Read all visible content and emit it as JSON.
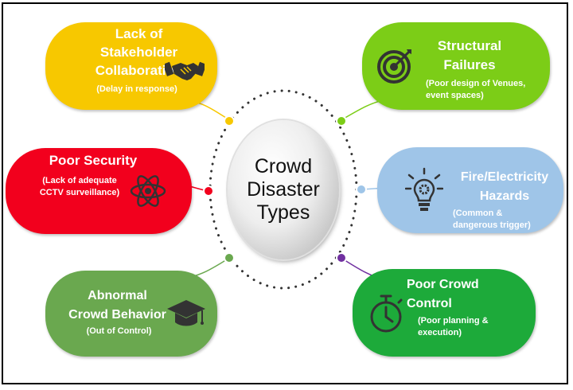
{
  "center": {
    "line1": "Crowd",
    "line2": "Disaster",
    "line3": "Types"
  },
  "items": [
    {
      "key": "stakeholder",
      "title_lines": [
        "Lack of",
        "Stakeholder",
        "Collaboration"
      ],
      "subtitle_lines": [
        "(Delay in response)"
      ],
      "color": "#f7c800",
      "dot_color": "#f7c800",
      "icon": "handshake-icon"
    },
    {
      "key": "structural",
      "title_lines": [
        "Structural",
        "Failures"
      ],
      "subtitle_lines": [
        "(Poor design of Venues,",
        "event spaces)"
      ],
      "color": "#7ccd17",
      "dot_color": "#7ccd17",
      "icon": "target-icon"
    },
    {
      "key": "security",
      "title_lines": [
        "Poor Security"
      ],
      "subtitle_lines": [
        "(Lack of adequate",
        "CCTV surveillance)"
      ],
      "color": "#f2001d",
      "dot_color": "#f2001d",
      "icon": "atom-icon"
    },
    {
      "key": "fire",
      "title_lines": [
        "Fire/Electricity",
        "Hazards"
      ],
      "subtitle_lines": [
        "(Common &",
        "dangerous trigger)"
      ],
      "color": "#9fc5e8",
      "dot_color": "#9fc5e8",
      "icon": "lightbulb-gear-icon"
    },
    {
      "key": "abnormal",
      "title_lines": [
        "Abnormal",
        "Crowd Behavior"
      ],
      "subtitle_lines": [
        "(Out of Control)"
      ],
      "color": "#6aa84f",
      "dot_color": "#6aa84f",
      "icon": "graduation-cap-icon"
    },
    {
      "key": "control",
      "title_lines": [
        "Poor Crowd",
        "Control"
      ],
      "subtitle_lines": [
        "(Poor planning &",
        "execution)"
      ],
      "color": "#1daa3a",
      "dot_color": "#7030a0",
      "icon": "stopwatch-icon"
    }
  ]
}
